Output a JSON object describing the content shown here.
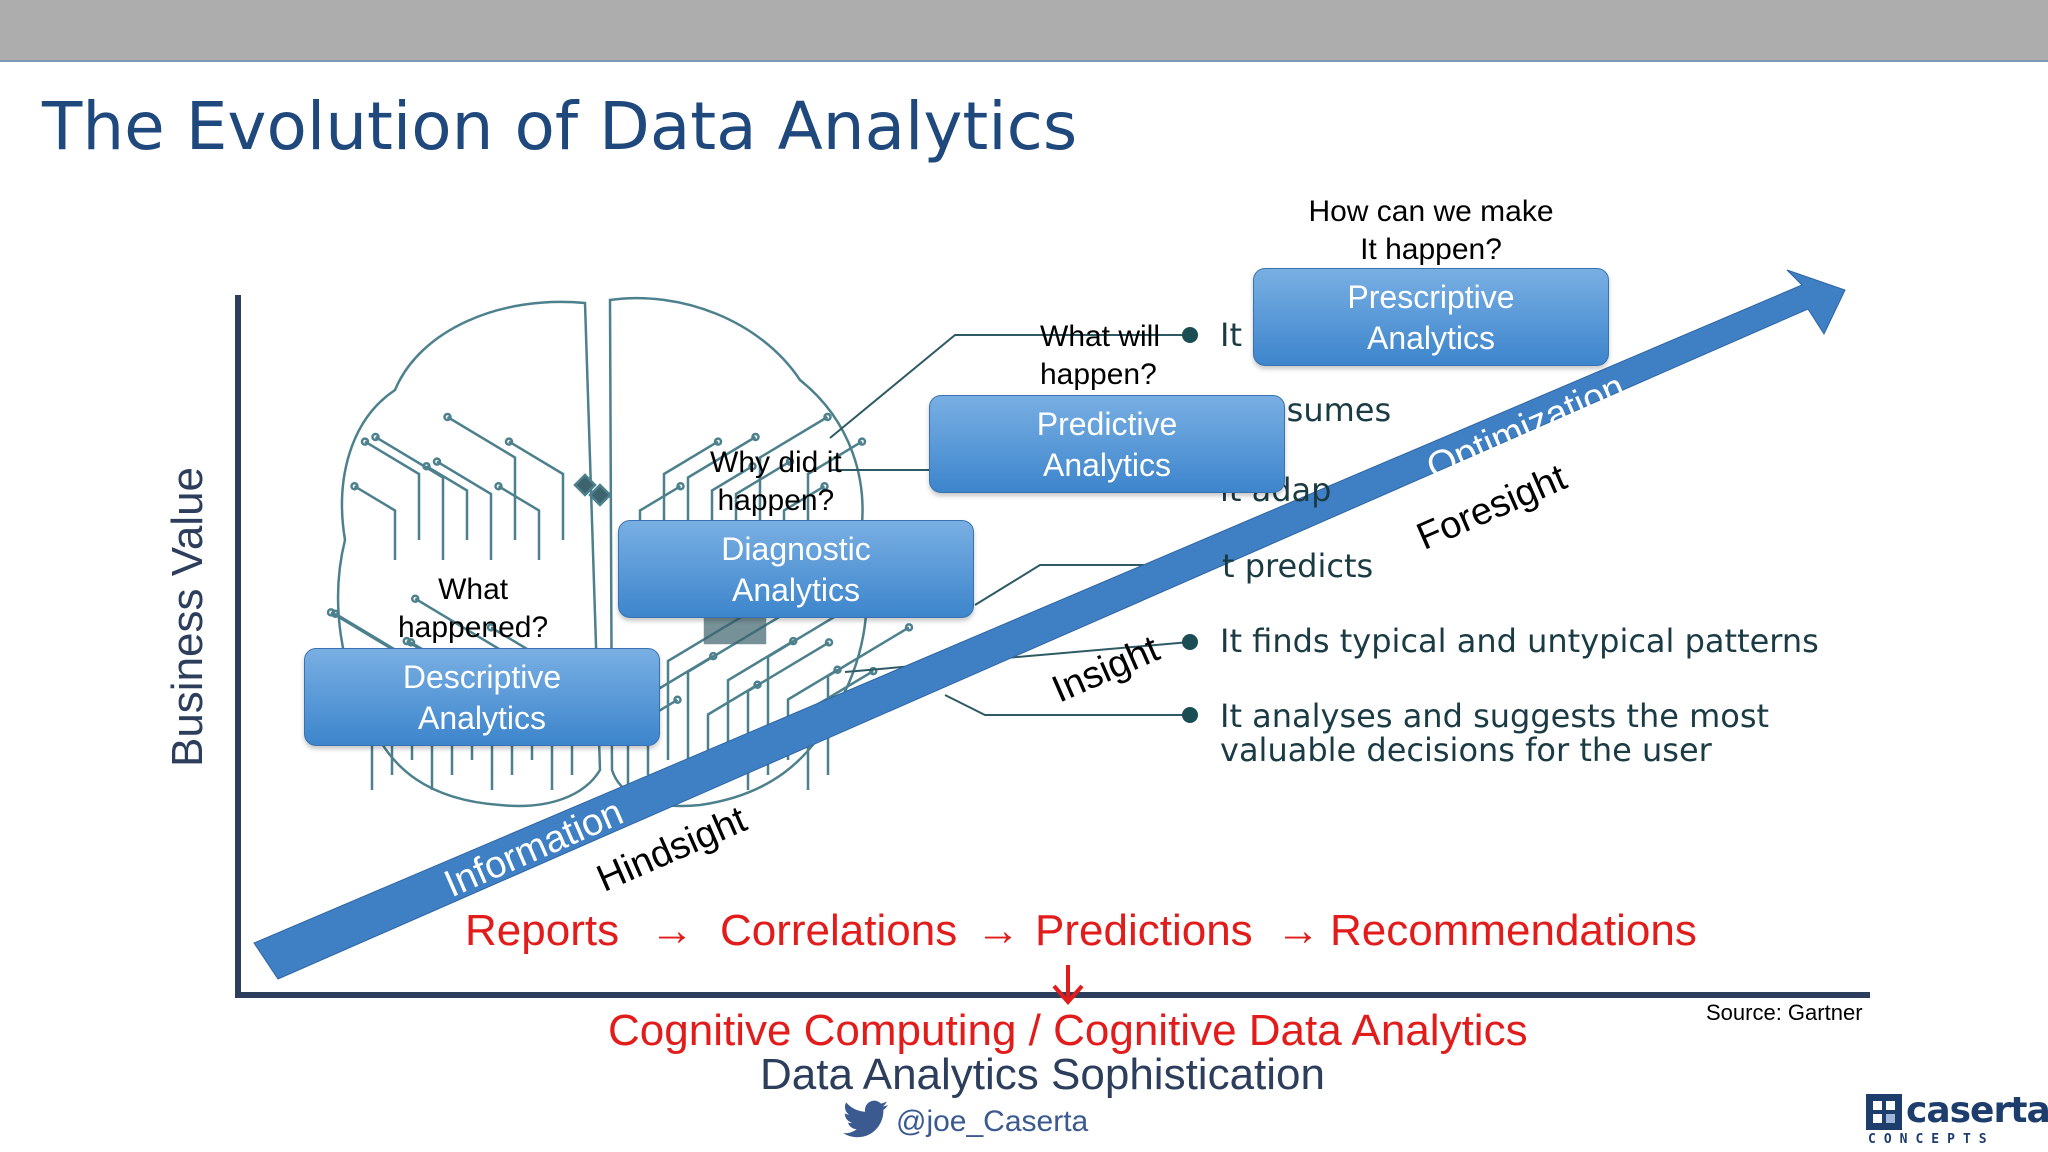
{
  "slide": {
    "title": "The Evolution of Data Analytics",
    "y_axis_label": "Business Value",
    "x_axis_label": "Data Analytics Sophistication",
    "source": "Source:  Gartner",
    "twitter_handle": "@joe_Caserta",
    "logo": {
      "name": "caserta",
      "subtitle": "CONCEPTS"
    }
  },
  "stages": [
    {
      "name": "Descriptive",
      "line2": "Analytics",
      "question_1": "What",
      "question_2": "happened?"
    },
    {
      "name": "Diagnostic",
      "line2": "Analytics",
      "question_1": "Why did it",
      "question_2": "happen?"
    },
    {
      "name": "Predictive",
      "line2": "Analytics",
      "question_1": "What will",
      "question_2": "happen?"
    },
    {
      "name": "Prescriptive",
      "line2": "Analytics",
      "question_1": "How can we make",
      "question_2": "It happen?"
    }
  ],
  "arrow": {
    "labels": [
      "Information",
      "Insight",
      "Optimization"
    ],
    "side_labels": [
      "Hindsight",
      "Foresight"
    ]
  },
  "background_bullets": [
    "It",
    "ssumes",
    "it adap",
    "t predicts",
    "It finds typical and untypical patterns",
    "It analyses and suggests the most",
    "valuable decisions for the user"
  ],
  "flow": {
    "steps": [
      "Reports",
      "Correlations",
      "Predictions",
      "Recommendations"
    ],
    "separator": "→",
    "result": "Cognitive Computing / Cognitive Data Analytics"
  },
  "colors": {
    "title": "#1f497d",
    "box_fill": "#5b9bd5",
    "arrow": "#3f7fc4",
    "flow_text": "#e21b1b",
    "axis": "#2c3e5c",
    "circuit": "#2e6b7a"
  }
}
